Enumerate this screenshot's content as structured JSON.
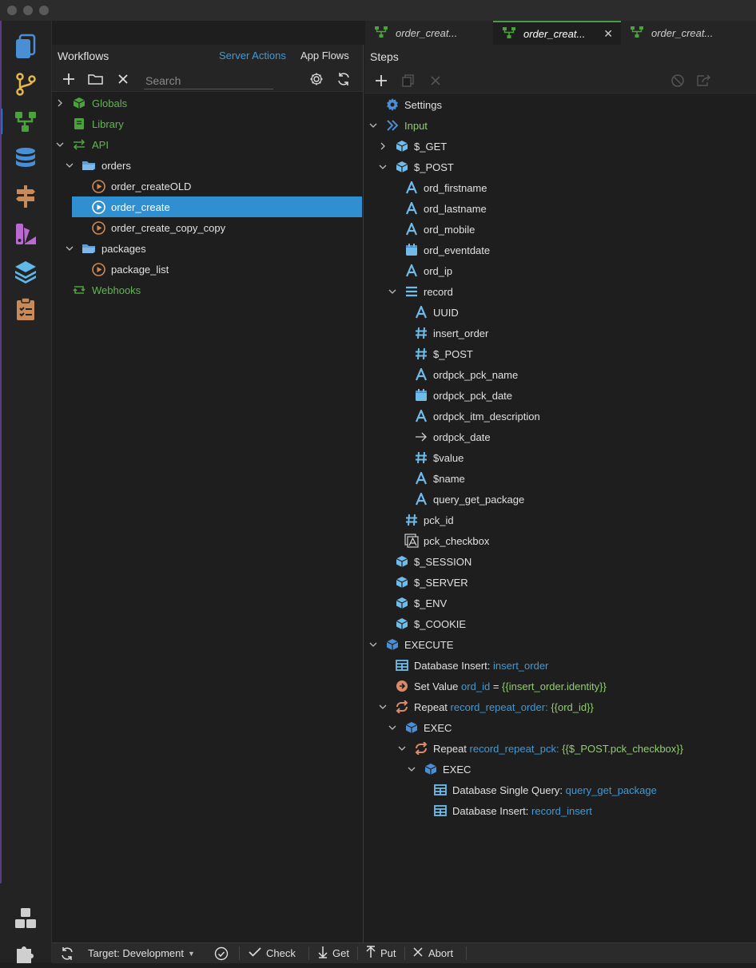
{
  "tabs": [
    {
      "label": "order_creat...",
      "active": false
    },
    {
      "label": "order_creat...",
      "active": true
    },
    {
      "label": "order_creat...",
      "active": false
    }
  ],
  "workflows": {
    "title": "Workflows",
    "server_actions": "Server Actions",
    "app_flows": "App Flows",
    "search_placeholder": "Search",
    "tree": {
      "globals": "Globals",
      "library": "Library",
      "api": "API",
      "orders": "orders",
      "order_createOLD": "order_createOLD",
      "order_create": "order_create",
      "order_create_copy_copy": "order_create_copy_copy",
      "packages": "packages",
      "package_list": "package_list",
      "webhooks": "Webhooks"
    }
  },
  "steps": {
    "title": "Steps",
    "settings": "Settings",
    "input": "Input",
    "get": "$_GET",
    "post": "$_POST",
    "post_fields": [
      "ord_firstname",
      "ord_lastname",
      "ord_mobile",
      "ord_eventdate",
      "ord_ip"
    ],
    "record": "record",
    "record_fields": [
      "UUID",
      "insert_order",
      "$_POST",
      "ordpck_pck_name",
      "ordpck_pck_date",
      "ordpck_itm_description",
      "ordpck_date",
      "$value",
      "$name",
      "query_get_package"
    ],
    "pck_id": "pck_id",
    "pck_checkbox": "pck_checkbox",
    "session": "$_SESSION",
    "server": "$_SERVER",
    "env": "$_ENV",
    "cookie": "$_COOKIE",
    "execute": "EXECUTE",
    "db_insert_label": "Database Insert:",
    "db_insert_name": "insert_order",
    "set_value_label": "Set Value",
    "set_value_name": "ord_id",
    "set_value_eq": "=",
    "set_value_expr": "{{insert_order.identity}}",
    "repeat1_label": "Repeat",
    "repeat1_name": "record_repeat_order:",
    "repeat1_expr": "{{ord_id}}",
    "exec1": "EXEC",
    "repeat2_label": "Repeat",
    "repeat2_name": "record_repeat_pck:",
    "repeat2_expr": "{{$_POST.pck_checkbox}}",
    "exec2": "EXEC",
    "dbq_label": "Database Single Query:",
    "dbq_name": "query_get_package",
    "dbi2_label": "Database Insert:",
    "dbi2_name": "record_insert"
  },
  "statusbar": {
    "target_label": "Target:",
    "target_value": "Development",
    "check": "Check",
    "get": "Get",
    "put": "Put",
    "abort": "Abort"
  }
}
